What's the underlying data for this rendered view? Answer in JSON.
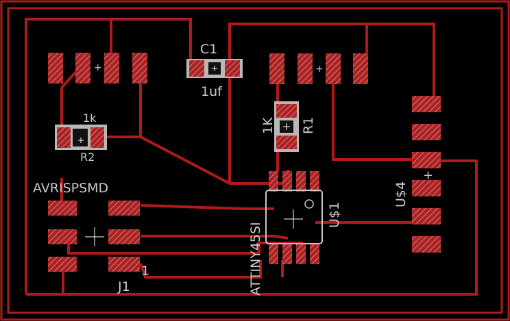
{
  "colors": {
    "background": "#000000",
    "trace": "#b01a1a",
    "pad": "#a82424",
    "pad_hatch": "#e07878",
    "label": "#c8c8c8",
    "marker": "#ffffff"
  },
  "components": {
    "c1": {
      "name": "C1",
      "value": "1uf"
    },
    "r1": {
      "name": "R1",
      "value": "1K"
    },
    "r2": {
      "name": "R2",
      "value": "1k"
    },
    "avrisp": {
      "name": "AVRISPSMD",
      "ref": "J1",
      "pin1": "1"
    },
    "attiny": {
      "name": "ATTINY45SI",
      "ref": "U$1"
    },
    "u4": {
      "ref": "U$4"
    }
  },
  "markers": {
    "plus": "+"
  }
}
